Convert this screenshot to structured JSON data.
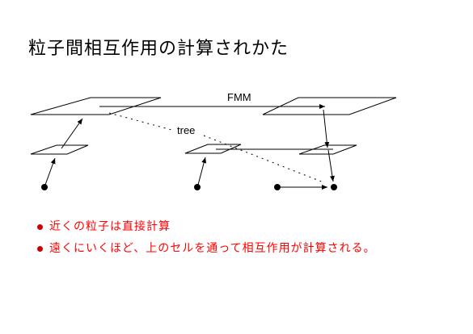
{
  "title": "粒子間相互作用の計算されかた",
  "diagram": {
    "fmm_label": "FMM",
    "tree_label": "tree"
  },
  "bullets": [
    {
      "text": "近くの粒子は直接計算"
    },
    {
      "text": "遠くにいくほど、上のセルを通って相互作用が計算される。"
    }
  ],
  "colors": {
    "bullet_text": "#ff0000",
    "bullet_dot": "#cc0000",
    "line": "#000000"
  }
}
